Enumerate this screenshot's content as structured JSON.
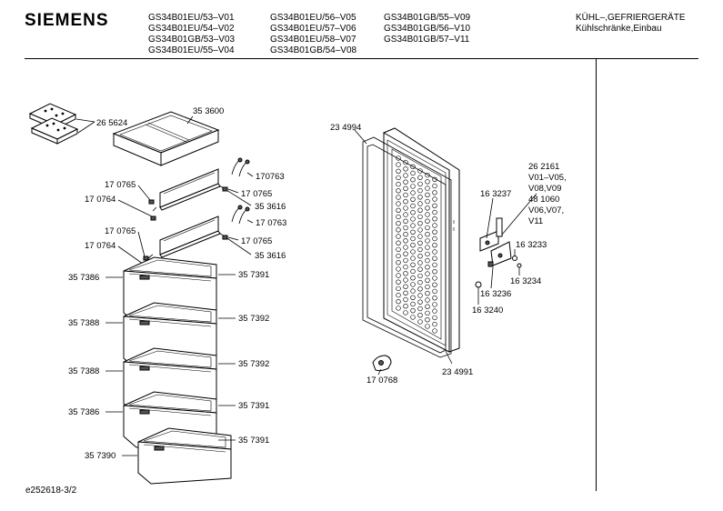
{
  "header": {
    "brand": "SIEMENS",
    "models_col1": [
      "GS34B01EU/53–V01",
      "GS34B01EU/54–V02",
      "GS34B01GB/53–V03",
      "GS34B01EU/55–V04"
    ],
    "models_col2": [
      "GS34B01EU/56–V05",
      "GS34B01EU/57–V06",
      "GS34B01EU/58–V07",
      "GS34B01GB/54–V08"
    ],
    "models_col3": [
      "GS34B01GB/55–V09",
      "GS34B01GB/56–V10",
      "GS34B01GB/57–V11"
    ],
    "category_line1": "KÜHL–,GEFRIERGERÄTE",
    "category_line2": "Kühlschränke,Einbau"
  },
  "labels": {
    "p265624": "26 5624",
    "p353600": "35 3600",
    "p170763a": "170763",
    "p170765a": "17 0765",
    "p170765b": "17 0765",
    "p170764a": "17 0764",
    "p353616a": "35 3616",
    "p170763b": "17 0763",
    "p170765c": "17 0765",
    "p170765d": "17 0765",
    "p170764b": "17 0764",
    "p353616b": "35 3616",
    "p357386a": "35 7386",
    "p357391a": "35 7391",
    "p357388a": "35 7388",
    "p357392a": "35 7392",
    "p357388b": "35 7388",
    "p357392b": "35 7392",
    "p357386b": "35 7386",
    "p357391b": "35 7391",
    "p357390": "35 7390",
    "p357391c": "35 7391",
    "p234994": "23 4994",
    "p234991": "23 4991",
    "p170768": "17 0768",
    "p262161": "26 2161",
    "v01v05": "V01–V05,",
    "v08v09": "V08,V09",
    "p481060": "48 1060",
    "v06v07": "V06,V07,",
    "v11": "V11",
    "p163237": "16 3237",
    "p163233": "16 3233",
    "p163234": "16 3234",
    "p163236": "16 3236",
    "p163240": "16 3240"
  },
  "footer": {
    "code": "e252618-3/2"
  }
}
